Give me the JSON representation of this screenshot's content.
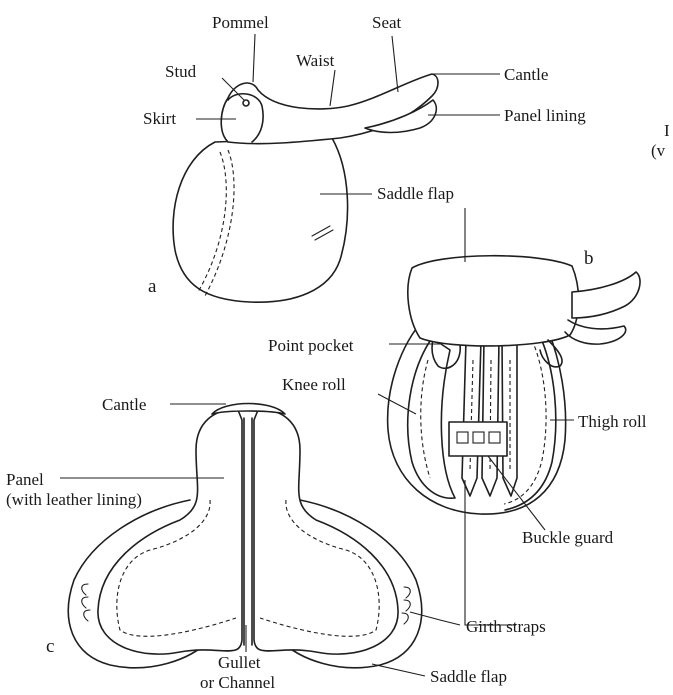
{
  "figure_a": {
    "letter": "a",
    "labels": {
      "pommel": "Pommel",
      "seat": "Seat",
      "stud": "Stud",
      "waist": "Waist",
      "cantle": "Cantle",
      "skirt": "Skirt",
      "panel_lining": "Panel lining",
      "saddle_flap": "Saddle flap"
    }
  },
  "figure_b": {
    "letter": "b",
    "labels": {
      "point_pocket": "Point pocket",
      "knee_roll": "Knee roll",
      "thigh_roll": "Thigh roll",
      "buckle_guard": "Buckle guard",
      "girth_straps": "Girth straps"
    }
  },
  "figure_c": {
    "letter": "c",
    "labels": {
      "cantle": "Cantle",
      "panel_line1": "Panel",
      "panel_line2": "(with leather lining)",
      "gullet_line1": "Gullet",
      "gullet_line2": "or Channel",
      "saddle_flap": "Saddle flap"
    }
  },
  "edge_fragment": {
    "line1": "I",
    "line2": "(v"
  }
}
